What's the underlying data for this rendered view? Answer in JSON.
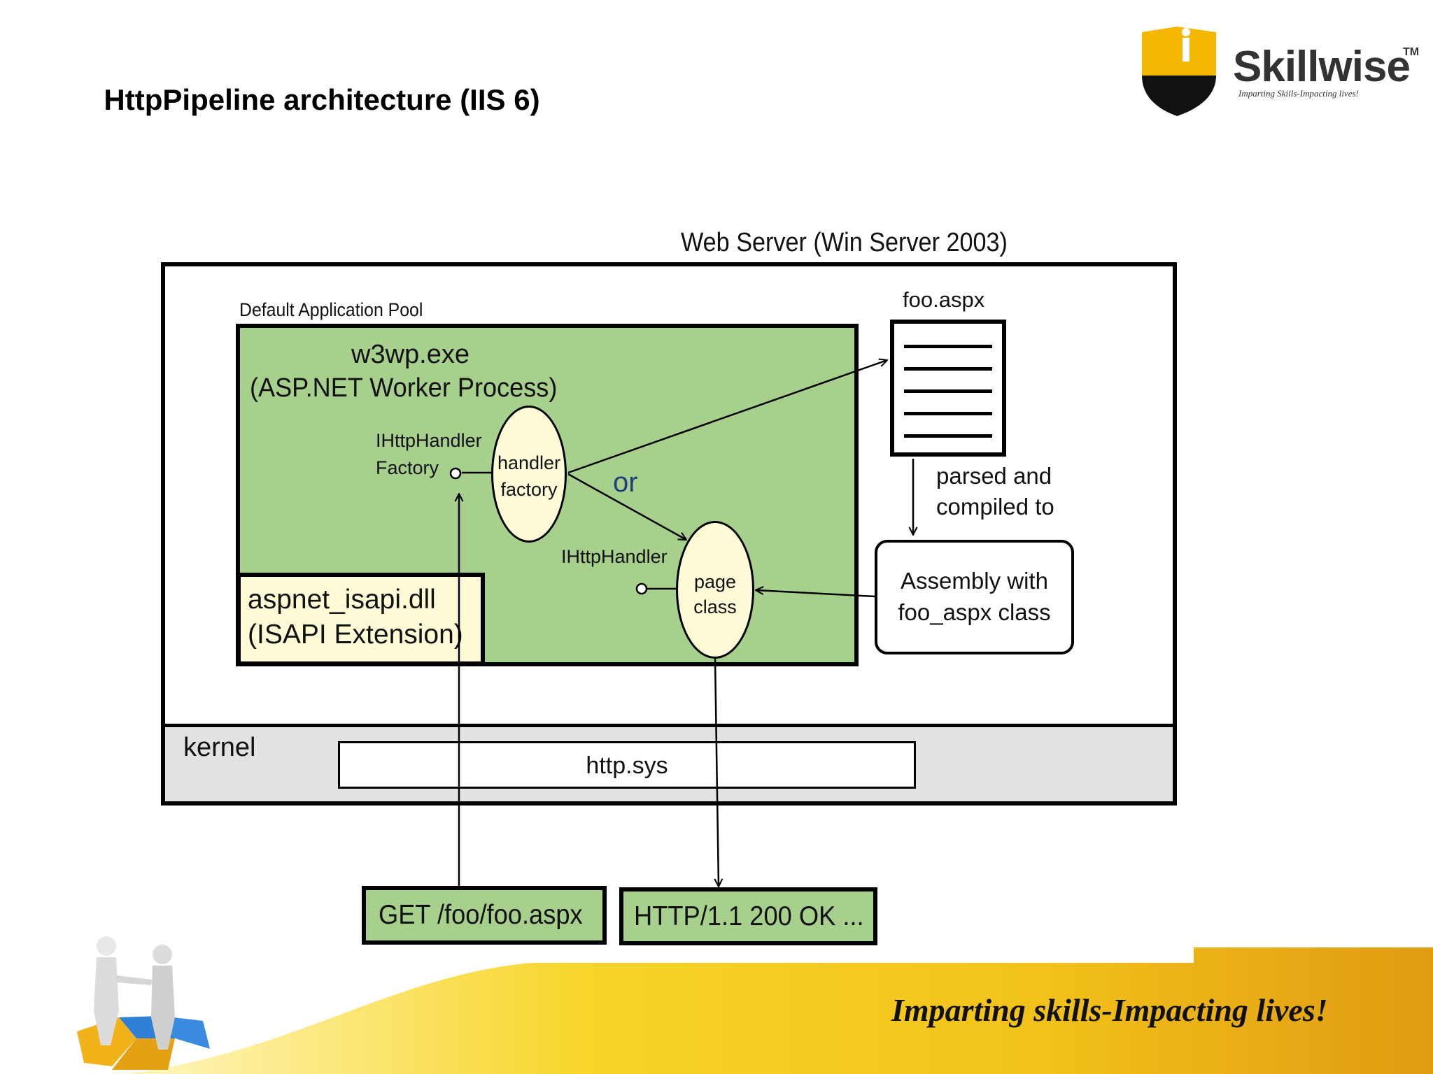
{
  "slide": {
    "title": "HttpPipeline architecture (IIS 6)"
  },
  "logo": {
    "name": "Skillwise",
    "tm": "TM",
    "tagline": "Imparting Skills-Impacting lives!",
    "colors": {
      "shield_yellow": "#f5b800",
      "shield_black": "#111111"
    }
  },
  "diagram": {
    "web_server_label": "Web Server (Win Server 2003)",
    "app_pool_label": "Default Application Pool",
    "worker_process_line1": "w3wp.exe",
    "worker_process_line2": "(ASP.NET Worker Process)",
    "ihttphandlerfactory_line1": "IHttpHandler",
    "ihttphandlerfactory_line2": "Factory",
    "handler_factory_line1": "handler",
    "handler_factory_line2": "factory",
    "or_label": "or",
    "ihttphandler_label": "IHttpHandler",
    "page_class_line1": "page",
    "page_class_line2": "class",
    "isapi_line1": "aspnet_isapi.dll",
    "isapi_line2": "(ISAPI Extension)",
    "foo_aspx_label": "foo.aspx",
    "parsed_line1": "parsed and",
    "parsed_line2": "compiled to",
    "assembly_line1": "Assembly with",
    "assembly_line2": "foo_aspx class",
    "kernel_label": "kernel",
    "http_sys_label": "http.sys",
    "request_label": "GET /foo/foo.aspx",
    "response_label": "HTTP/1.1 200 OK ...",
    "colors": {
      "process_green": "#a8d08d",
      "ellipse_cream": "#fffbd6",
      "kernel_gray": "#e2e2e2",
      "or_blue": "#1f3f7a"
    }
  },
  "footer": {
    "slogan": "Imparting skills-Impacting lives!",
    "banner_colors": {
      "left": "#fff3a0",
      "mid": "#f6cb1a",
      "right": "#e09b12"
    }
  }
}
